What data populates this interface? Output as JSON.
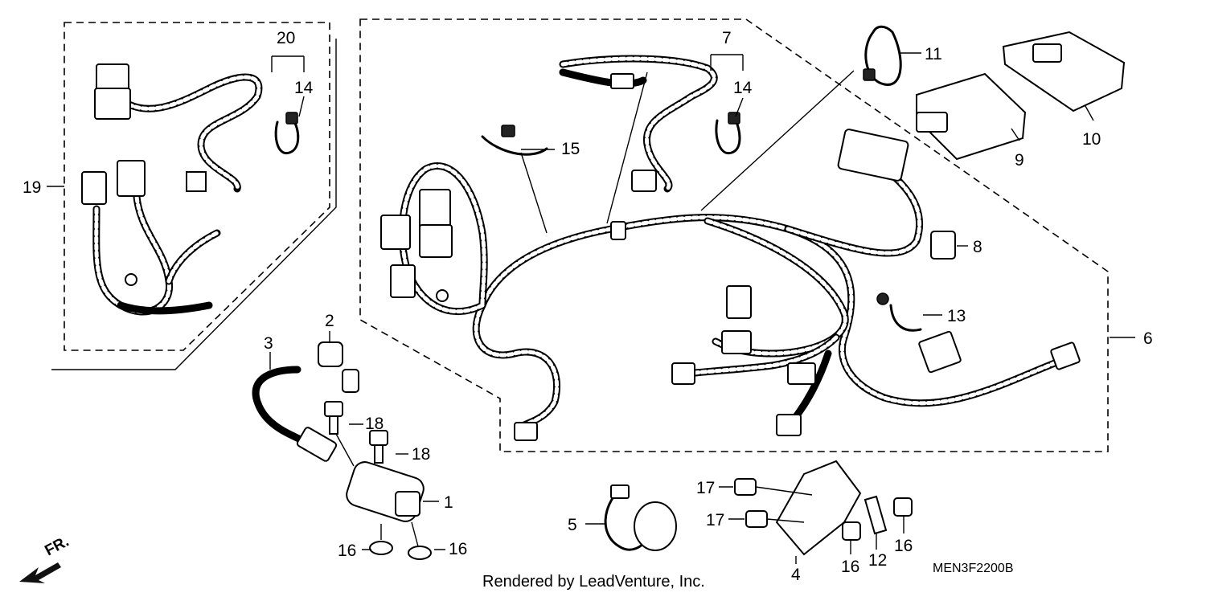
{
  "diagram": {
    "callouts": {
      "c1": "1",
      "c2": "2",
      "c3": "3",
      "c4": "4",
      "c5": "5",
      "c6": "6",
      "c7": "7",
      "c8": "8",
      "c9": "9",
      "c10": "10",
      "c11": "11",
      "c12": "12",
      "c13": "13",
      "c14a": "14",
      "c14b": "14",
      "c15": "15",
      "c16a": "16",
      "c16b": "16",
      "c16c": "16",
      "c16d": "16",
      "c17a": "17",
      "c17b": "17",
      "c18a": "18",
      "c18b": "18",
      "c19": "19",
      "c20": "20"
    },
    "direction_label": "FR.",
    "credit": "Rendered by LeadVenture, Inc.",
    "diagram_code": "MEN3F2200B"
  }
}
